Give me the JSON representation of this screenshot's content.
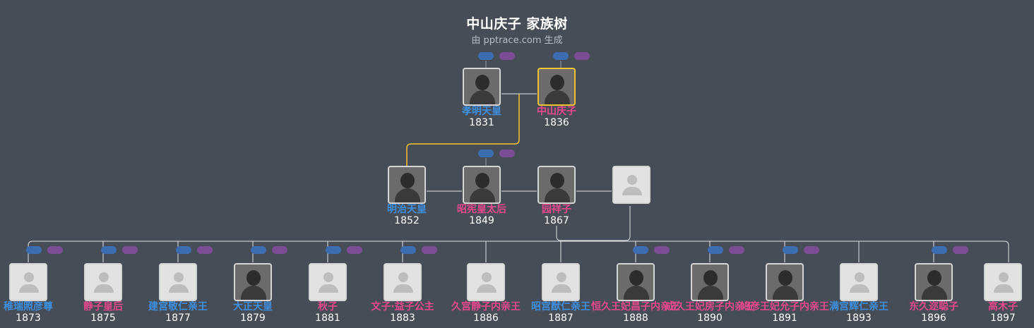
{
  "title": "中山庆子 家族树",
  "subtitle": "由 pptrace.com 生成",
  "colors": {
    "background": "#474d57",
    "male": "#3d8fe0",
    "female": "#e8488c",
    "highlight": "#f4c430",
    "line": "#e6e6e6"
  },
  "generation1": [
    {
      "name": "孝明天皇",
      "year": "1831",
      "gender": "m",
      "photo": "portrait"
    },
    {
      "name": "中山庆子",
      "year": "1836",
      "gender": "f",
      "photo": "portrait",
      "highlight": true
    }
  ],
  "generation2": [
    {
      "name": "明治天皇",
      "year": "1852",
      "gender": "m",
      "photo": "portrait"
    },
    {
      "name": "昭宪皇太后",
      "year": "1849",
      "gender": "f",
      "photo": "portrait"
    },
    {
      "name": "园祥子",
      "year": "1867",
      "gender": "f",
      "photo": "portrait"
    },
    {
      "name": "",
      "year": "",
      "gender": "u",
      "photo": "placeholder"
    }
  ],
  "generation3": [
    {
      "name": "稚瑞照彦尊",
      "year": "1873",
      "gender": "m",
      "photo": "placeholder"
    },
    {
      "name": "静子皇后",
      "year": "1875",
      "gender": "f",
      "photo": "placeholder"
    },
    {
      "name": "建宫敬仁亲王",
      "year": "1877",
      "gender": "m",
      "photo": "placeholder"
    },
    {
      "name": "大正天皇",
      "year": "1879",
      "gender": "m",
      "photo": "portrait"
    },
    {
      "name": "秋子",
      "year": "1881",
      "gender": "f",
      "photo": "placeholder"
    },
    {
      "name": "文子·益子公主",
      "year": "1883",
      "gender": "f",
      "photo": "placeholder"
    },
    {
      "name": "久宫静子内亲王",
      "year": "1886",
      "gender": "f",
      "photo": "placeholder"
    },
    {
      "name": "昭宫猷仁亲王",
      "year": "1887",
      "gender": "m",
      "photo": "placeholder"
    },
    {
      "name": "恒久王妃昌子内亲王",
      "year": "1888",
      "gender": "f",
      "photo": "portrait"
    },
    {
      "name": "成久王妃房子内亲王",
      "year": "1890",
      "gender": "f",
      "photo": "portrait"
    },
    {
      "name": "鸠彦王妃允子内亲王",
      "year": "1891",
      "gender": "f",
      "photo": "portrait"
    },
    {
      "name": "满宫辉仁亲王",
      "year": "1893",
      "gender": "m",
      "photo": "placeholder"
    },
    {
      "name": "东久迩聪子",
      "year": "1896",
      "gender": "f",
      "photo": "portrait"
    },
    {
      "name": "高木子",
      "year": "1897",
      "gender": "f",
      "photo": "placeholder"
    }
  ]
}
